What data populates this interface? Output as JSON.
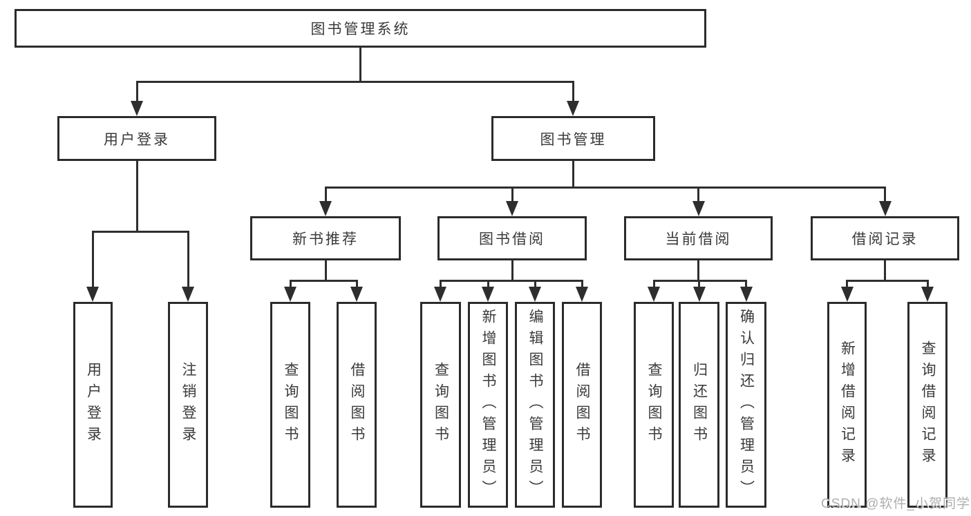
{
  "diagram": {
    "colors": {
      "line": "#2e2e2e",
      "border": "#2b2b2b",
      "text": "#3a3a3a",
      "background": "#ffffff",
      "watermark": "#aeaeae"
    },
    "watermark": "CSDN @软件_小贺同学",
    "tree": {
      "root": {
        "label": "图书管理系统"
      },
      "branches": [
        {
          "label": "用户登录",
          "children": [
            {
              "label": "用户登录"
            },
            {
              "label": "注销登录"
            }
          ]
        },
        {
          "label": "图书管理",
          "children": [
            {
              "label": "新书推荐",
              "children": [
                {
                  "label": "查询图书"
                },
                {
                  "label": "借阅图书"
                }
              ]
            },
            {
              "label": "图书借阅",
              "children": [
                {
                  "label": "查询图书"
                },
                {
                  "label": "新增图书（管理员）"
                },
                {
                  "label": "编辑图书（管理员）"
                },
                {
                  "label": "借阅图书"
                }
              ]
            },
            {
              "label": "当前借阅",
              "children": [
                {
                  "label": "查询图书"
                },
                {
                  "label": "归还图书"
                },
                {
                  "label": "确认归还（管理员）"
                }
              ]
            },
            {
              "label": "借阅记录",
              "children": [
                {
                  "label": "新增借阅记录"
                },
                {
                  "label": "查询借阅记录"
                }
              ]
            }
          ]
        }
      ]
    }
  }
}
